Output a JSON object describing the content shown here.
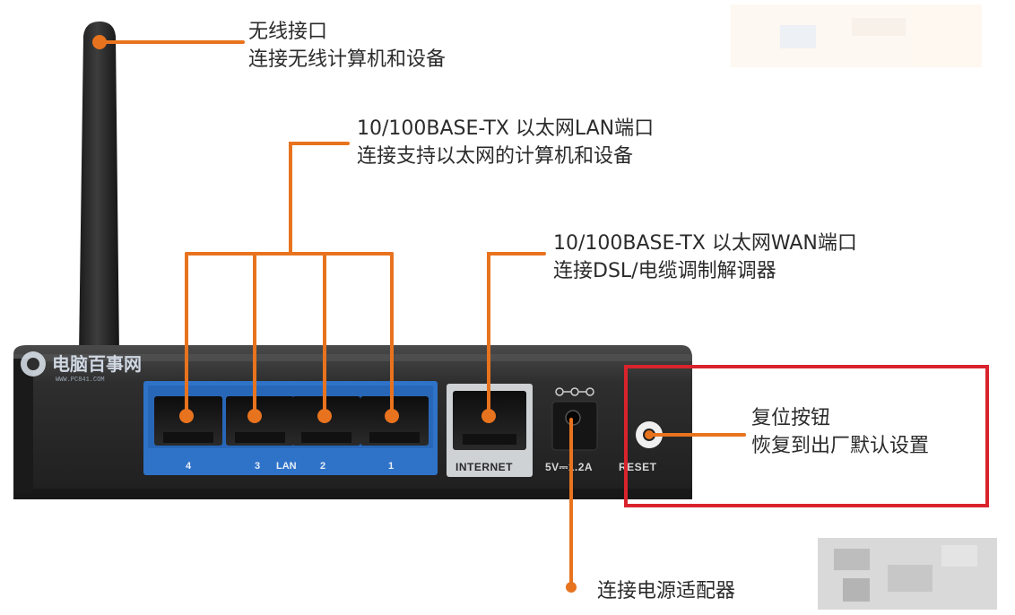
{
  "annotations": {
    "wireless": {
      "line1": "无线接口",
      "line2": "连接无线计算机和设备"
    },
    "lan": {
      "line1": "10/100BASE-TX 以太网LAN端口",
      "line2": "连接支持以太网的计算机和设备"
    },
    "wan": {
      "line1": "10/100BASE-TX 以太网WAN端口",
      "line2": "连接DSL/电缆调制解调器"
    },
    "reset": {
      "line1": "复位按钮",
      "line2": "恢复到出厂默认设置"
    },
    "power": {
      "line1": "连接电源适配器"
    }
  },
  "router_panel": {
    "lan_port_numbers": [
      "4",
      "3",
      "2",
      "1"
    ],
    "lan_label": "LAN",
    "internet_label": "INTERNET",
    "power_label": "5V⎓1.2A",
    "reset_label": "RESET"
  },
  "watermark": {
    "name": "电脑百事网",
    "url": "WWW.PC841.COM"
  },
  "colors": {
    "callout_orange": "#e8731e",
    "router_body": "#2c2c2c",
    "lan_panel_blue": "#2f73c9",
    "highlight_red": "#d9232c"
  }
}
